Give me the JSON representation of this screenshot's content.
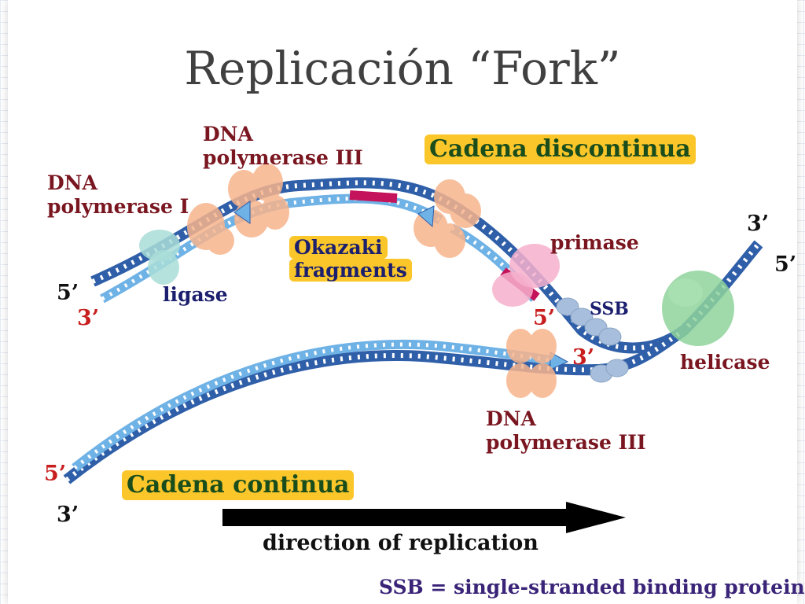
{
  "slide": {
    "title": "Replicación “Fork”"
  },
  "labels": {
    "pol3_top_line1": "DNA",
    "pol3_top_line2": "polymerase III",
    "pol1_line1": "DNA",
    "pol1_line2": "polymerase I",
    "lagging_strand": "Cadena discontinua",
    "okazaki_line1": "Okazaki",
    "okazaki_line2": "fragments",
    "primase": "primase",
    "ligase": "ligase",
    "ssb": "SSB",
    "helicase": "helicase",
    "pol3_bottom_line1": "DNA",
    "pol3_bottom_line2": "polymerase III",
    "leading_strand": "Cadena continua",
    "direction": "direction of replication",
    "footnote": "SSB = single-stranded binding proteins"
  },
  "strand_ends": {
    "left_top_5": "5’",
    "left_top_3": "3’",
    "right_top_3": "3’",
    "right_top_5": "5’",
    "primer_5": "5’",
    "leading_3": "3’",
    "left_bottom_5": "5’",
    "left_bottom_3": "3’"
  },
  "colors": {
    "parental_strand": "#2f5fa8",
    "new_strand": "#6fb2e6",
    "rna_primer": "#c4135a",
    "polymerase": "#f7b48c",
    "primase": "#f6b0cc",
    "helicase": "#8fd49c",
    "ssb": "#a7bfdc",
    "highlight": "#fbc62a",
    "arrow": "#000000"
  }
}
